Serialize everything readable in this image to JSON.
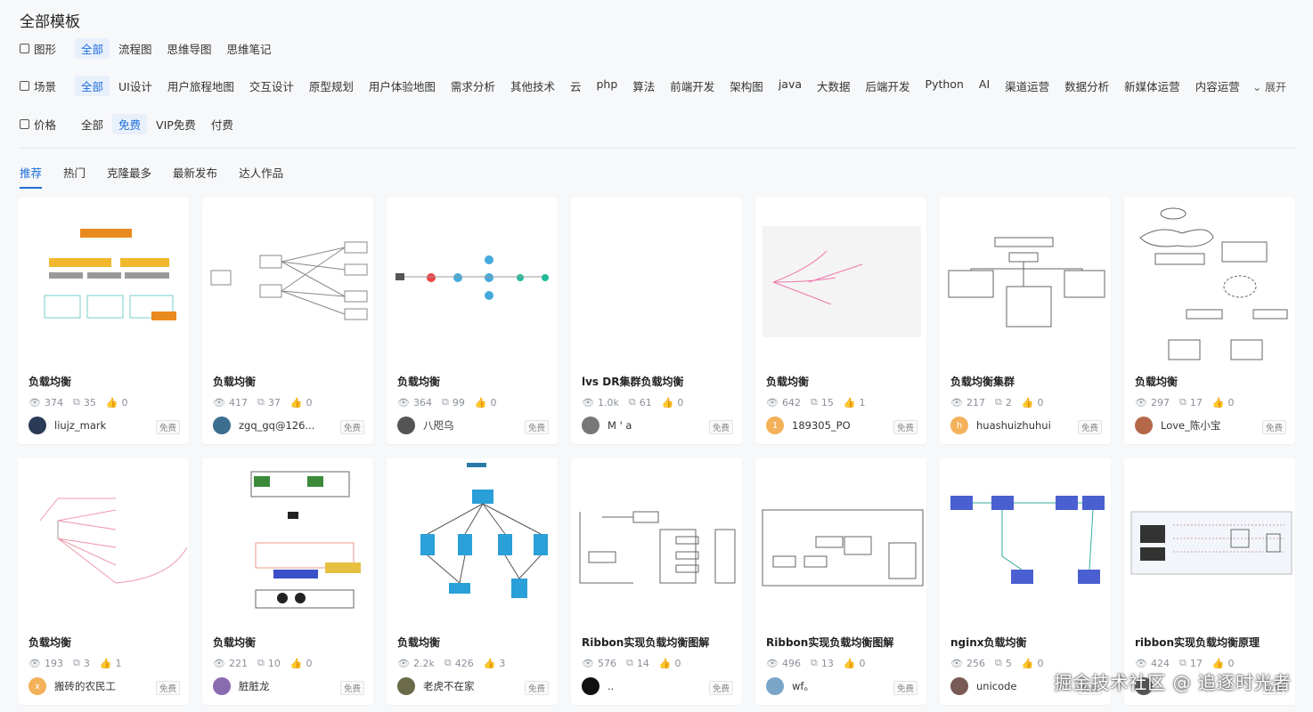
{
  "page_title": "全部模板",
  "filters": {
    "graphics": {
      "label": "图形",
      "options": [
        "全部",
        "流程图",
        "思维导图",
        "思维笔记"
      ],
      "active": 0
    },
    "scene": {
      "label": "场景",
      "options": [
        "全部",
        "UI设计",
        "用户旅程地图",
        "交互设计",
        "原型规划",
        "用户体验地图",
        "需求分析",
        "其他技术",
        "云",
        "php",
        "算法",
        "前端开发",
        "架构图",
        "java",
        "大数据",
        "后端开发",
        "Python",
        "AI",
        "渠道运营",
        "数据分析",
        "新媒体运营",
        "内容运营"
      ],
      "active": 0
    },
    "price": {
      "label": "价格",
      "options": [
        "全部",
        "免费",
        "VIP免费",
        "付费"
      ],
      "active": 1
    },
    "expand_label": "展开"
  },
  "tabs": {
    "items": [
      "推荐",
      "热门",
      "克隆最多",
      "最新发布",
      "达人作品"
    ],
    "active": 0
  },
  "cards": [
    {
      "title": "负载均衡",
      "views": "374",
      "clones": "35",
      "likes": "0",
      "author": "liujz_mark",
      "badge": "免费",
      "avatar_color": "#2b3a55",
      "avatar_text": ""
    },
    {
      "title": "负载均衡",
      "views": "417",
      "clones": "37",
      "likes": "0",
      "author": "zgq_gq@126...",
      "badge": "免费",
      "avatar_color": "#3c6e8f",
      "avatar_text": ""
    },
    {
      "title": "负载均衡",
      "views": "364",
      "clones": "99",
      "likes": "0",
      "author": "八咫乌",
      "badge": "免费",
      "avatar_color": "#555555",
      "avatar_text": ""
    },
    {
      "title": "lvs DR集群负载均衡",
      "views": "1.0k",
      "clones": "61",
      "likes": "0",
      "author": "M ' a",
      "badge": "免费",
      "avatar_color": "#777777",
      "avatar_text": ""
    },
    {
      "title": "负载均衡",
      "views": "642",
      "clones": "15",
      "likes": "1",
      "author": "189305_PO",
      "badge": "免费",
      "avatar_color": "#f3b15a",
      "avatar_text": "1"
    },
    {
      "title": "负载均衡集群",
      "views": "217",
      "clones": "2",
      "likes": "0",
      "author": "huashuizhuhui",
      "badge": "免费",
      "avatar_color": "#f3b15a",
      "avatar_text": "h"
    },
    {
      "title": "负载均衡",
      "views": "297",
      "clones": "17",
      "likes": "0",
      "author": "Love_陈小宝",
      "badge": "免费",
      "avatar_color": "#b5674a",
      "avatar_text": ""
    },
    {
      "title": "负载均衡",
      "views": "193",
      "clones": "3",
      "likes": "1",
      "author": "搬砖的农民工",
      "badge": "免费",
      "avatar_color": "#f3b15a",
      "avatar_text": "x"
    },
    {
      "title": "负载均衡",
      "views": "221",
      "clones": "10",
      "likes": "0",
      "author": "脏脏龙",
      "badge": "免费",
      "avatar_color": "#8a6bb0",
      "avatar_text": ""
    },
    {
      "title": "负载均衡",
      "views": "2.2k",
      "clones": "426",
      "likes": "3",
      "author": "老虎不在家",
      "badge": "免费",
      "avatar_color": "#6b6b4a",
      "avatar_text": ""
    },
    {
      "title": "Ribbon实现负载均衡图解",
      "views": "576",
      "clones": "14",
      "likes": "0",
      "author": "..",
      "badge": "免费",
      "avatar_color": "#111111",
      "avatar_text": ""
    },
    {
      "title": "Ribbon实现负载均衡图解",
      "views": "496",
      "clones": "13",
      "likes": "0",
      "author": "wf。",
      "badge": "免费",
      "avatar_color": "#7aa5c9",
      "avatar_text": ""
    },
    {
      "title": "nginx负载均衡",
      "views": "256",
      "clones": "5",
      "likes": "0",
      "author": "unicode",
      "badge": "免费",
      "avatar_color": "#7a5a55",
      "avatar_text": ""
    },
    {
      "title": "ribbon实现负载均衡原理",
      "views": "424",
      "clones": "17",
      "likes": "0",
      "author": "",
      "badge": "免费",
      "avatar_color": "#555555",
      "avatar_text": ""
    }
  ],
  "watermark": "掘金技术社区 @ 追逐时光者",
  "colors": {
    "accent": "#1f6fd8",
    "active_bg": "#e8f0fc",
    "page_bg": "#f7f8fa"
  }
}
